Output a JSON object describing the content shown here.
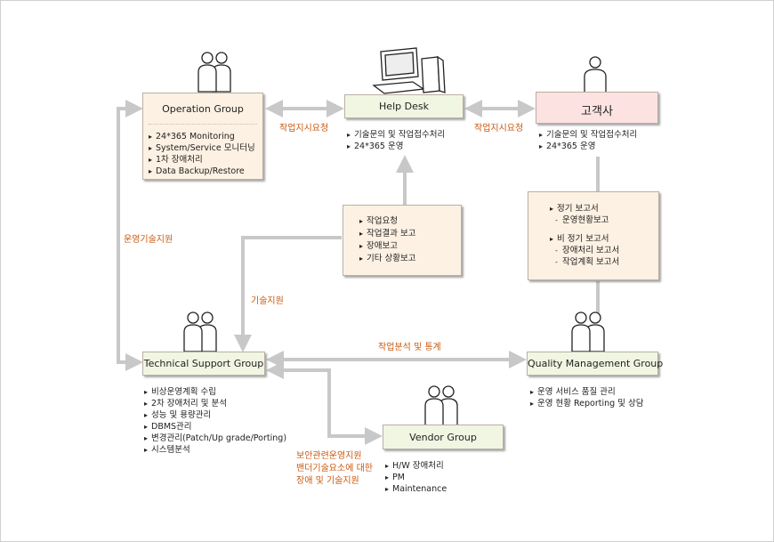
{
  "operation_group": {
    "title": "Operation Group",
    "items": [
      "24*365 Monitoring",
      "System/Service 모니터닝",
      "1차 장애처리",
      "Data Backup/Restore"
    ]
  },
  "help_desk": {
    "title": "Help Desk",
    "items": [
      "기술문의 및 작업접수처리",
      "24*365 운영"
    ]
  },
  "customer": {
    "title": "고객사",
    "items": [
      "기술문의 및 작업접수처리",
      "24*365 운영"
    ]
  },
  "work_report": {
    "items": [
      "작업요청",
      "작업결과 보고",
      "장애보고",
      "기타 상황보고"
    ]
  },
  "reports": {
    "regular": "정기 보고서",
    "regular_sub": [
      "운영현황보고"
    ],
    "irregular": "비 정기 보고서",
    "irregular_sub": [
      "장애처리 보고서",
      "작업계획 보고서"
    ]
  },
  "tech_support": {
    "title": "Technical Support Group",
    "items": [
      "비상운영계획 수립",
      "2차 장애처리 및 분석",
      "성능 및 용량관리",
      "DBMS관리",
      "변경관리(Patch/Up grade/Porting)",
      "시스템분석"
    ]
  },
  "quality": {
    "title": "Quality Management Group",
    "items": [
      "운영 서비스 품질 관리",
      "운영 현황 Reporting 및 상담"
    ]
  },
  "vendor": {
    "title": "Vendor Group",
    "items": [
      "H/W 장애처리",
      "PM",
      "Maintenance"
    ]
  },
  "labels": {
    "op_help": "작업지시요청",
    "help_cust": "작업지시요청",
    "op_support": "운영기술지원",
    "tech_support": "기술지원",
    "analysis": "작업분석 및 통계",
    "vendor_1": "보안관련운영지원",
    "vendor_2": "밴더기술요소에 대한",
    "vendor_3": "장애 및 기술지원"
  },
  "colors": {
    "box_fill": "#fdf1e3",
    "accent_label": "#c85a10",
    "connector": "#c8c8c8",
    "customer_fill": "#fde2e2"
  }
}
